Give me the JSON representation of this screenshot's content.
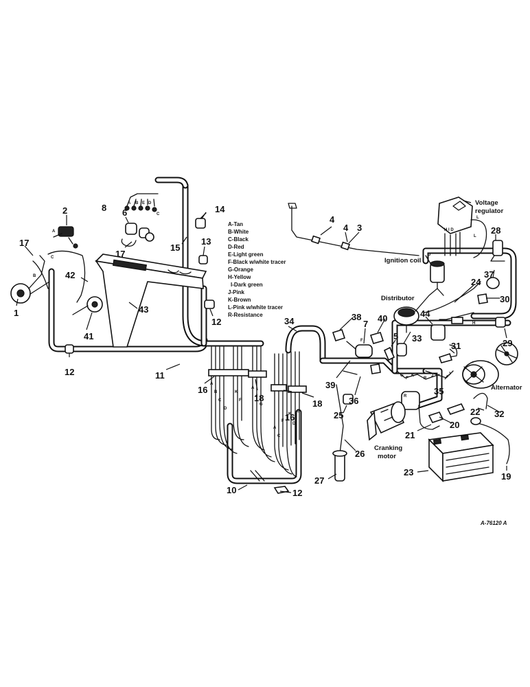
{
  "figure_code": "A-76120 A",
  "legend": [
    "A-Tan",
    "B-White",
    "C-Black",
    "D-Red",
    "E-Light green",
    "F-Black w/white tracer",
    "G-Orange",
    "H-Yellow",
    "I-Dark green",
    "J-Pink",
    "K-Brown",
    "L-Pink w/white tracer",
    "R-Resistance"
  ],
  "component_labels": {
    "voltage_regulator_1": "Voltage",
    "voltage_regulator_2": "regulator",
    "ignition_coil": "Ignition coil",
    "distributor": "Distributor",
    "alternator": "Alternator",
    "cranking_motor_1": "Cranking",
    "cranking_motor_2": "motor"
  },
  "callouts": [
    "1",
    "2",
    "3",
    "4",
    "4",
    "5",
    "6",
    "7",
    "8",
    "10",
    "11",
    "12",
    "12",
    "12",
    "13",
    "14",
    "15",
    "16",
    "16",
    "17",
    "17",
    "18",
    "18",
    "19",
    "20",
    "21",
    "22",
    "23",
    "24",
    "25",
    "26",
    "27",
    "28",
    "29",
    "30",
    "31",
    "32",
    "33",
    "34",
    "35",
    "36",
    "37",
    "38",
    "39",
    "40",
    "41",
    "42",
    "43",
    "44"
  ],
  "wire_letters": [
    "A",
    "B",
    "C",
    "D",
    "E",
    "F",
    "G",
    "H",
    "I",
    "J",
    "K",
    "L",
    "R"
  ]
}
